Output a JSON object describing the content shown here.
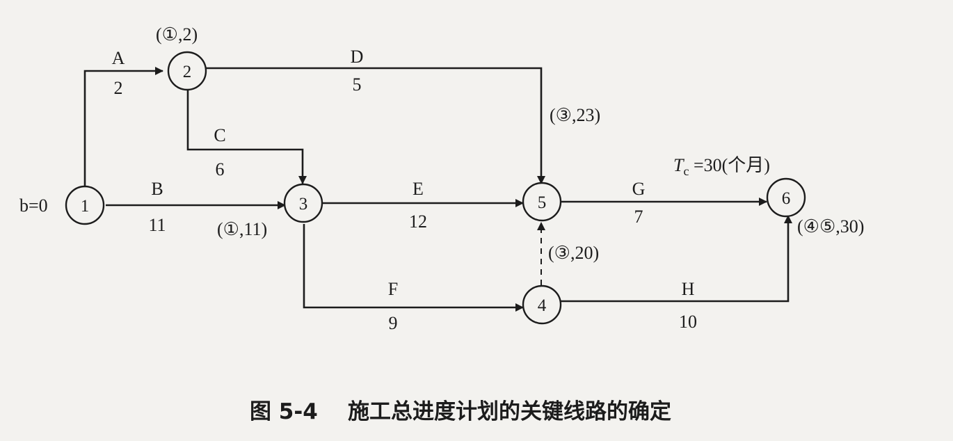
{
  "start_label": "b=0",
  "duration_note": "T",
  "duration_note_sub": "c",
  "duration_note_rest": " =30(个月)",
  "caption": "图 5-4    施工总进度计划的关键线路的确定",
  "nodes": [
    {
      "id": "1",
      "label": "1"
    },
    {
      "id": "2",
      "label": "2",
      "mark": "(①,2)"
    },
    {
      "id": "3",
      "label": "3",
      "mark": "(①,11)"
    },
    {
      "id": "4",
      "label": "4",
      "mark": "(③,20)"
    },
    {
      "id": "5",
      "label": "5",
      "mark": "(③,23)"
    },
    {
      "id": "6",
      "label": "6",
      "mark": "(④⑤,30)"
    }
  ],
  "activities": [
    {
      "id": "A",
      "from": "1",
      "to": "2",
      "name": "A",
      "duration": "2"
    },
    {
      "id": "B",
      "from": "1",
      "to": "3",
      "name": "B",
      "duration": "11"
    },
    {
      "id": "C",
      "from": "2",
      "to": "3",
      "name": "C",
      "duration": "6"
    },
    {
      "id": "D",
      "from": "2",
      "to": "5",
      "name": "D",
      "duration": "5"
    },
    {
      "id": "E",
      "from": "3",
      "to": "5",
      "name": "E",
      "duration": "12"
    },
    {
      "id": "F",
      "from": "3",
      "to": "4",
      "name": "F",
      "duration": "9"
    },
    {
      "id": "G",
      "from": "5",
      "to": "6",
      "name": "G",
      "duration": "7"
    },
    {
      "id": "H",
      "from": "4",
      "to": "6",
      "name": "H",
      "duration": "10"
    },
    {
      "id": "dummy",
      "from": "4",
      "to": "5",
      "name": "",
      "duration": "",
      "dashed": true
    }
  ]
}
